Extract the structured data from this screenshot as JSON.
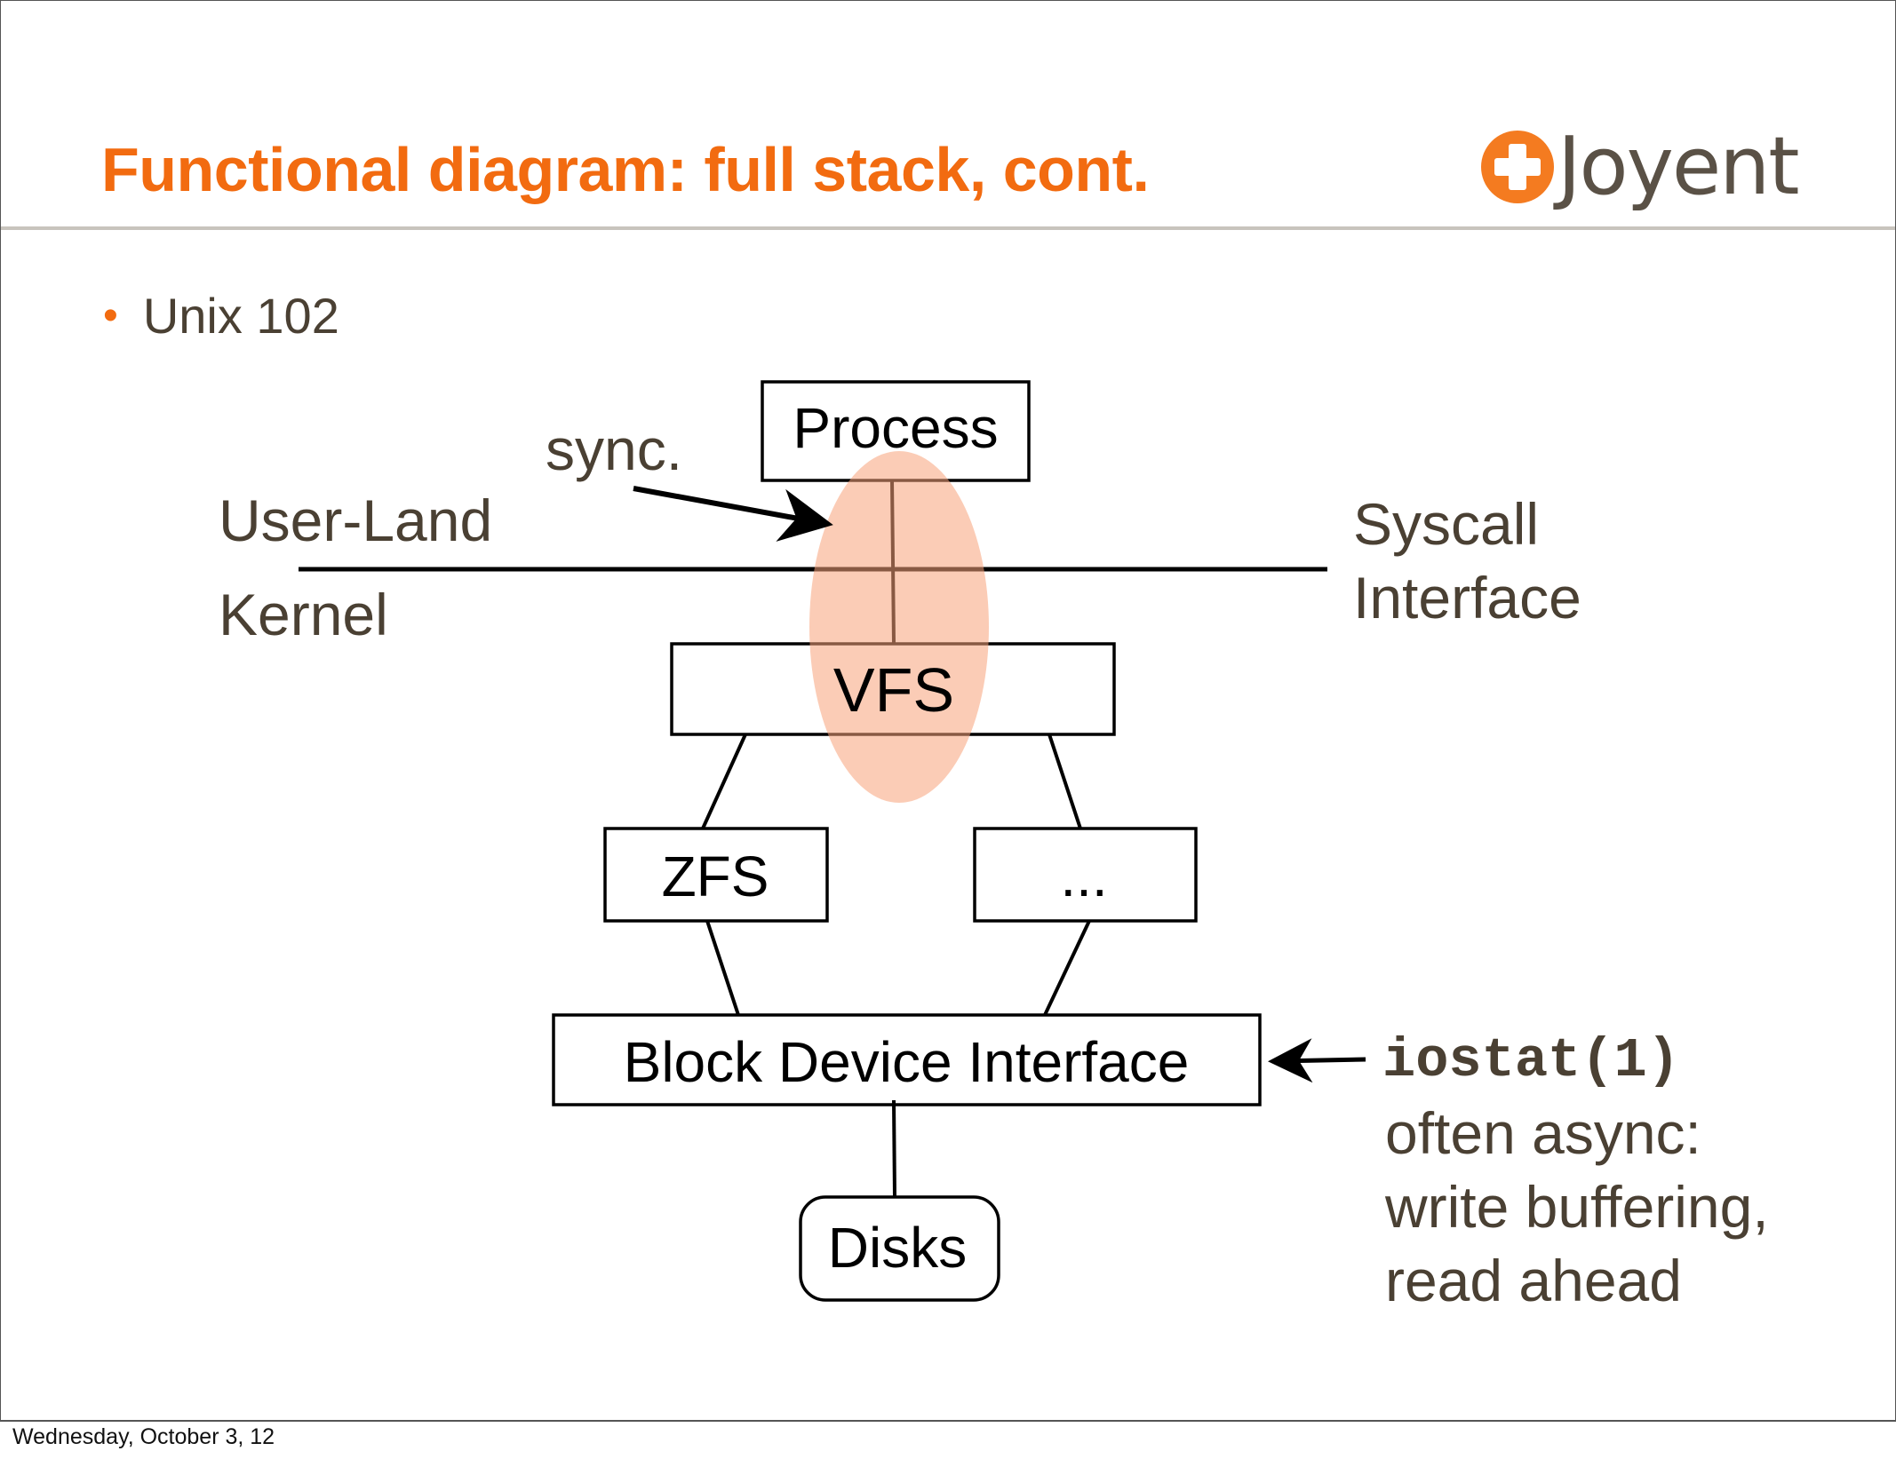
{
  "slide": {
    "title": "Functional diagram: full stack, cont.",
    "logo": {
      "icon": "plus-circle-icon",
      "text": "Joyent",
      "icon_color": "#f47b20",
      "text_color": "#5a5146"
    },
    "bullet": {
      "marker": "•",
      "text": "Unix 102"
    },
    "colors": {
      "title": "#f26b10",
      "body_text": "#4a4033",
      "highlight": "#f9b898",
      "rule": "#c8c4bd"
    }
  },
  "diagram": {
    "side_labels": {
      "user_land": "User-Land",
      "kernel": "Kernel"
    },
    "syscall_label": [
      "Syscall",
      "Interface"
    ],
    "sync_label": "sync.",
    "boxes": {
      "process": "Process",
      "vfs": "VFS",
      "zfs": "ZFS",
      "other_fs": "...",
      "block_device": "Block Device Interface",
      "disks": "Disks"
    },
    "iostat": {
      "command": "iostat(1)",
      "notes": [
        "often async:",
        "write buffering,",
        "read ahead"
      ]
    }
  },
  "footer": {
    "date": "Wednesday, October 3, 12"
  }
}
